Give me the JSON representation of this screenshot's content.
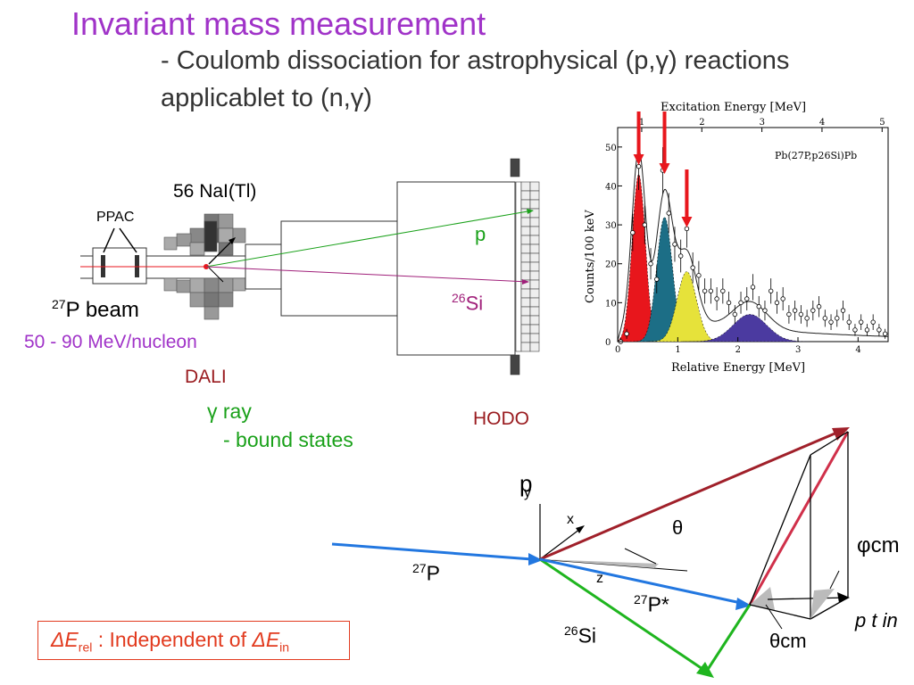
{
  "title": "Invariant mass measurement",
  "subtitle_line1": "- Coulomb dissociation for astrophysical (p,γ) reactions",
  "subtitle_line2": "applicablet to (n,γ)",
  "setup": {
    "nai": "56 NaI(Tl)",
    "ppac": "PPAC",
    "beam_sup": "27",
    "beam": "P beam",
    "energy": "50 - 90 MeV/nucleon",
    "dali": "DALI",
    "gamma_ray": "γ ray",
    "bound": "- bound states",
    "hodo": "HODO",
    "p": "p",
    "si_sup": "26",
    "si": "Si"
  },
  "kinematics": {
    "p": "p",
    "theta": "θ",
    "phi_cm": "φcm",
    "theta_cm": "θcm",
    "pt_in": "p t in",
    "x": "x",
    "y": "y",
    "z": "z",
    "p27_sup": "27",
    "p27": "P",
    "p27star": "P*",
    "si26_sup": "26",
    "si26": "Si"
  },
  "box": {
    "sym": "ΔE",
    "sub": "rel",
    "text": " : Independent of ",
    "sym2": "ΔE",
    "sub2": "in"
  },
  "colors": {
    "title": "#a033c8",
    "red_arrow": "#e8161c",
    "green_track": "#1aa11a",
    "purple_track": "#a0207a",
    "beam_arrow": "#2277e0"
  },
  "chart_data": {
    "type": "line",
    "title": "Pb(27P,p26Si)Pb",
    "xlabel": "Relative Energy [MeV]",
    "ylabel": "Counts/100 keV",
    "top_label": "Excitation Energy [MeV]",
    "xlim": [
      0,
      4.5
    ],
    "ylim": [
      0,
      55
    ],
    "x_ticks": [
      0,
      1,
      2,
      3,
      4
    ],
    "y_ticks": [
      0,
      10,
      20,
      30,
      40,
      50
    ],
    "top_ticks": [
      1,
      2,
      3,
      4,
      5
    ],
    "data_x": [
      0.05,
      0.15,
      0.25,
      0.35,
      0.45,
      0.55,
      0.65,
      0.75,
      0.85,
      0.95,
      1.05,
      1.15,
      1.25,
      1.35,
      1.45,
      1.55,
      1.65,
      1.75,
      1.85,
      1.95,
      2.05,
      2.15,
      2.25,
      2.35,
      2.45,
      2.55,
      2.65,
      2.75,
      2.85,
      2.95,
      3.05,
      3.15,
      3.25,
      3.35,
      3.45,
      3.55,
      3.65,
      3.75,
      3.85,
      3.95,
      4.05,
      4.15,
      4.25,
      4.35,
      4.45
    ],
    "data_y": [
      0,
      2,
      28,
      45,
      30,
      20,
      16,
      44,
      33,
      25,
      22,
      29,
      19,
      17,
      13,
      13,
      11,
      13,
      10,
      7,
      10,
      11,
      14,
      9,
      8,
      13,
      10,
      11,
      7,
      8,
      7,
      6,
      8,
      9,
      6,
      5,
      6,
      8,
      5,
      3,
      5,
      3,
      5,
      3,
      2
    ],
    "peaks": [
      {
        "center": 0.35,
        "amp": 43,
        "width": 0.11,
        "color": "#e8161c"
      },
      {
        "center": 0.78,
        "amp": 32,
        "width": 0.13,
        "color": "#1c6e86"
      },
      {
        "center": 1.15,
        "amp": 18,
        "width": 0.16,
        "color": "#e6e23a"
      },
      {
        "center": 2.2,
        "amp": 7,
        "width": 0.28,
        "color": "#4b3aa0"
      }
    ],
    "arrow_x": [
      0.35,
      0.78,
      1.15
    ]
  }
}
